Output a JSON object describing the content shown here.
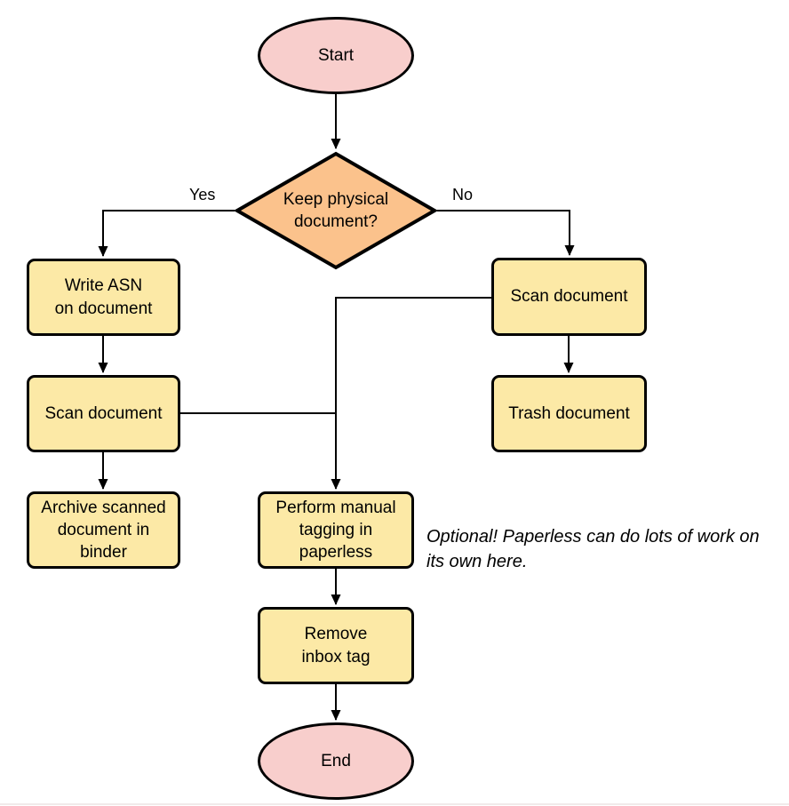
{
  "diagram": {
    "nodes": {
      "start": {
        "label": "Start",
        "type": "terminal"
      },
      "decision": {
        "label": "Keep physical\ndocument?",
        "type": "decision"
      },
      "write_asn": {
        "label": "Write ASN\non document",
        "type": "process"
      },
      "scan_left": {
        "label": "Scan document",
        "type": "process"
      },
      "archive": {
        "label": "Archive scanned\ndocument in\nbinder",
        "type": "process"
      },
      "scan_right": {
        "label": "Scan document",
        "type": "process"
      },
      "trash": {
        "label": "Trash document",
        "type": "process"
      },
      "perform_tagging": {
        "label": "Perform manual\ntagging in\npaperless",
        "type": "process"
      },
      "remove_inbox_tag": {
        "label": "Remove\ninbox tag",
        "type": "process"
      },
      "end": {
        "label": "End",
        "type": "terminal"
      }
    },
    "edge_labels": {
      "yes": "Yes",
      "no": "No"
    },
    "annotation": "Optional! Paperless can do lots of work on\nits own here.",
    "colors": {
      "terminal_fill": "#f8cecc",
      "decision_fill": "#fbc28c",
      "process_fill": "#fce9a6",
      "stroke": "#000000"
    }
  }
}
